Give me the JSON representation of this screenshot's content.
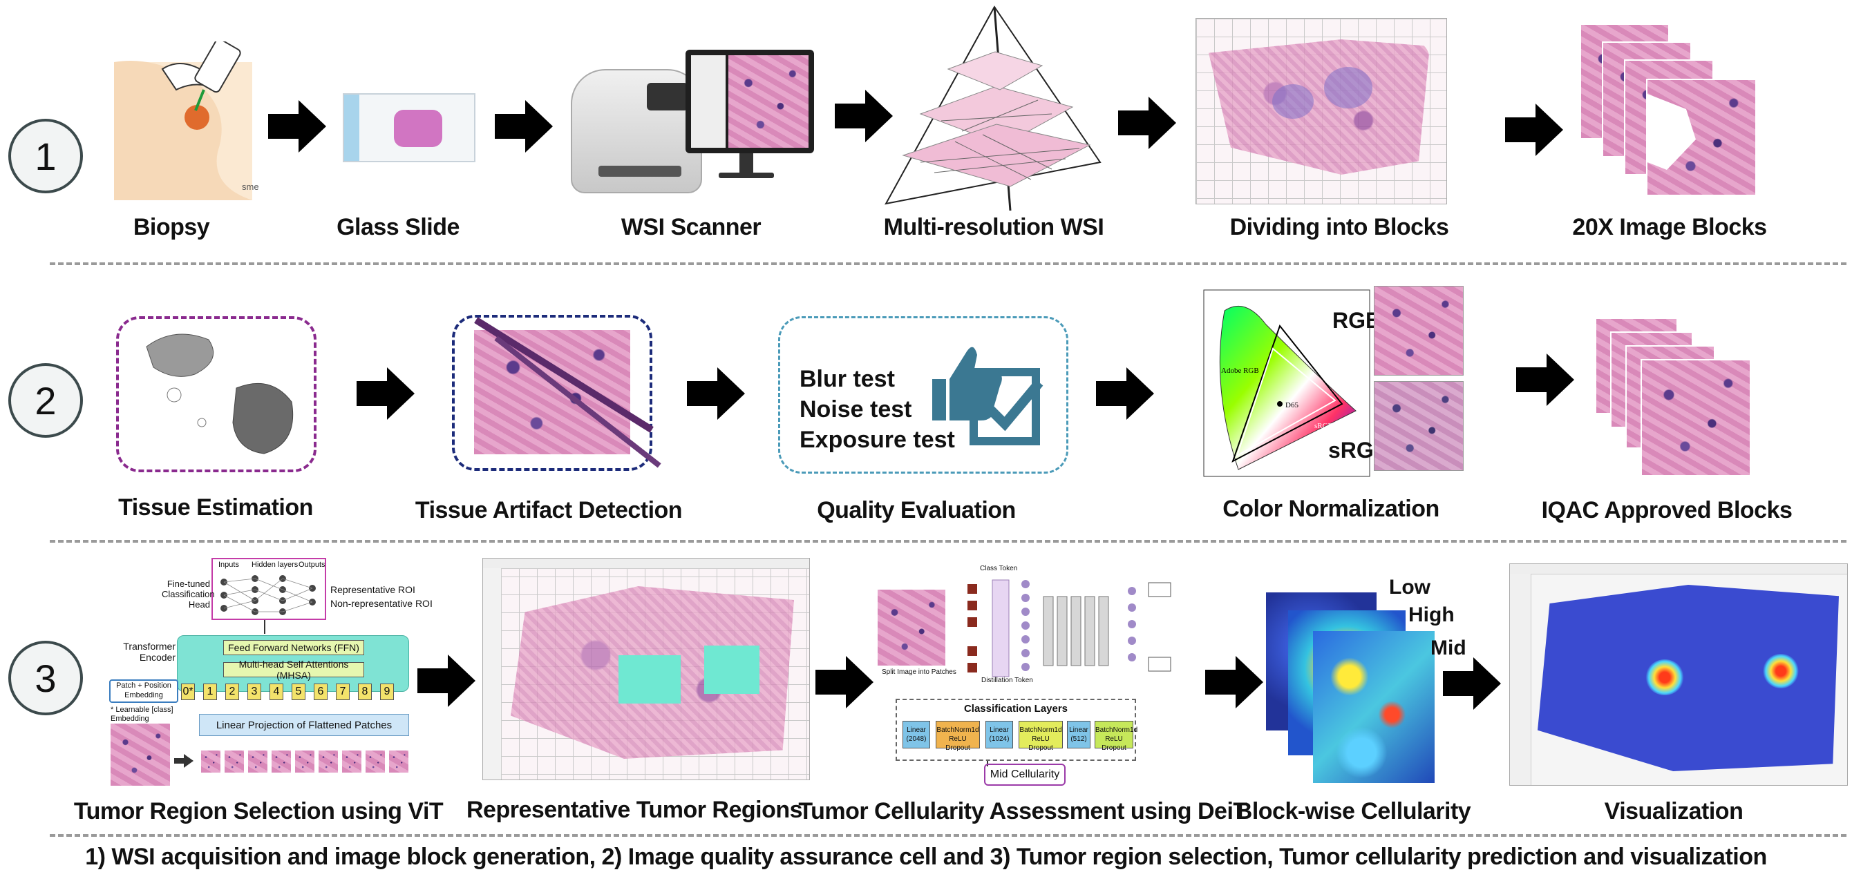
{
  "row1": {
    "number": "1",
    "steps": [
      {
        "label": "Biopsy"
      },
      {
        "label": "Glass Slide"
      },
      {
        "label": "WSI Scanner"
      },
      {
        "label": "Multi-resolution WSI"
      },
      {
        "label": "Dividing into Blocks"
      },
      {
        "label": "20X Image Blocks"
      }
    ],
    "biopsy_tag": "sme"
  },
  "row2": {
    "number": "2",
    "steps": [
      {
        "label": "Tissue Estimation"
      },
      {
        "label": "Tissue Artifact Detection"
      },
      {
        "label": "Quality Evaluation"
      },
      {
        "label": "Color Normalization"
      },
      {
        "label": "IQAC Approved Blocks"
      }
    ],
    "quality_tests": [
      "Blur test",
      "Noise test",
      "Exposure test"
    ],
    "color_labels": {
      "rgb": "RGB",
      "srgb": "sRGB",
      "adobe": "Adobe RGB",
      "d65": "D65",
      "srgb_small": "sRGB"
    }
  },
  "row3": {
    "number": "3",
    "steps": [
      {
        "label": "Tumor Region Selection using ViT"
      },
      {
        "label": "Representative Tumor Regions"
      },
      {
        "label": "Tumor Cellularity Assessment using DeiT"
      },
      {
        "label": "Block-wise Cellularity"
      },
      {
        "label": "Visualization"
      }
    ],
    "vit": {
      "head_label": "Fine-tuned Classification Head",
      "inputs": "Inputs",
      "hidden": "Hidden layers",
      "outputs": "Outputs",
      "rep_roi": "Representative ROI",
      "nonrep_roi": "Non-representative ROI",
      "encoder": "Transformer Encoder",
      "ffn": "Feed Forward Networks (FFN)",
      "mhsa": "Multi-head Self Attentions (MHSA)",
      "patch_embed": "Patch + Position Embedding",
      "learnable": "* Learnable [class] Embedding",
      "linear_proj": "Linear Projection of Flattened Patches",
      "tokens": [
        "0*",
        "1",
        "2",
        "3",
        "4",
        "5",
        "6",
        "7",
        "8",
        "9"
      ]
    },
    "deit": {
      "split": "Split Image into Patches",
      "class_token": "Class Token",
      "distill_token": "Distillation Token",
      "layers_title": "Classification Layers",
      "layers": [
        {
          "name": "Linear",
          "sub": "(2048)",
          "color": "#7fc4e8"
        },
        {
          "name": "BatchNorm1d",
          "sub": "ReLU Dropout",
          "color": "#f0b34e"
        },
        {
          "name": "Linear",
          "sub": "(1024)",
          "color": "#7fc4e8"
        },
        {
          "name": "BatchNorm1d",
          "sub": "ReLU Dropout",
          "color": "#e3ec5c"
        },
        {
          "name": "Linear",
          "sub": "(512)",
          "color": "#7fc4e8"
        },
        {
          "name": "BatchNorm1d",
          "sub": "ReLU Dropout",
          "color": "#c6e85a"
        }
      ],
      "result": "Mid Cellularity"
    },
    "cellularity_levels": [
      "Low",
      "High",
      "Mid"
    ]
  },
  "footer": "1) WSI acquisition and image block generation, 2) Image quality assurance cell and 3) Tumor region selection, Tumor cellularity prediction and visualization"
}
